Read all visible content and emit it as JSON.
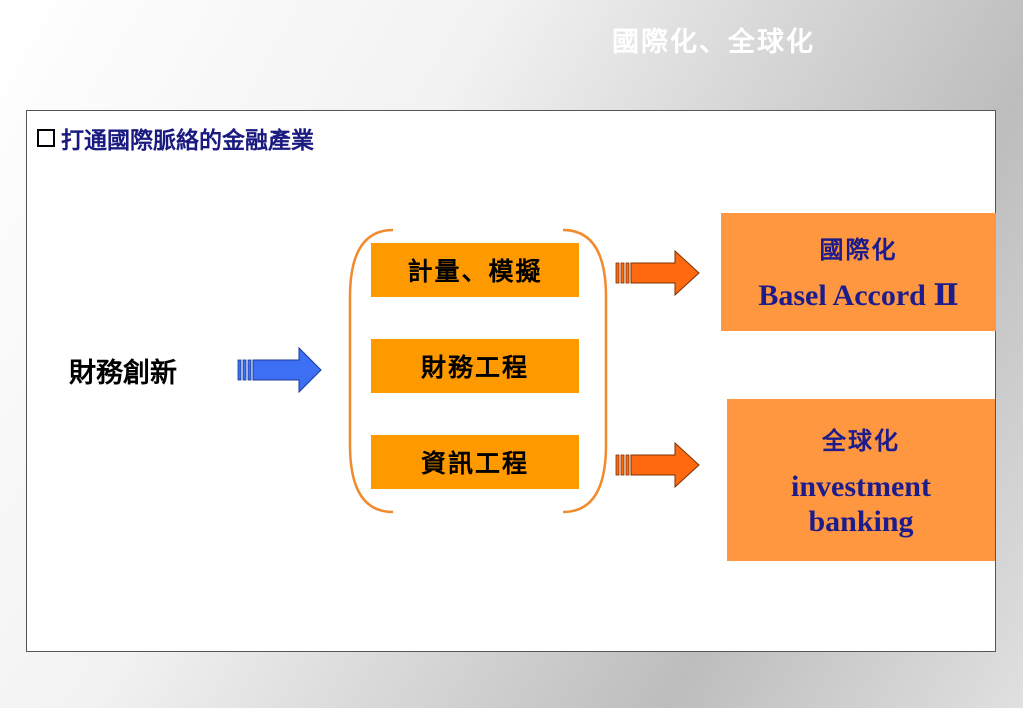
{
  "title": "國際化、全球化",
  "bullet": {
    "text": "打通國際脈絡的金融產業"
  },
  "left_label": "財務創新",
  "middle_boxes": [
    {
      "label": "計量、模擬"
    },
    {
      "label": "財務工程"
    },
    {
      "label": "資訊工程"
    }
  ],
  "outputs": [
    {
      "title": "國際化",
      "subtitle": "Basel Accord Ⅱ"
    },
    {
      "title": "全球化",
      "subtitle": "investment banking"
    }
  ],
  "colors": {
    "box_fill": "#ff9900",
    "output_fill": "#ff9640",
    "output_text": "#1c1c8c",
    "blue_arrow": "#3d6ff5",
    "orange_arrow": "#ff6a10",
    "brace": "#f28a2e"
  }
}
